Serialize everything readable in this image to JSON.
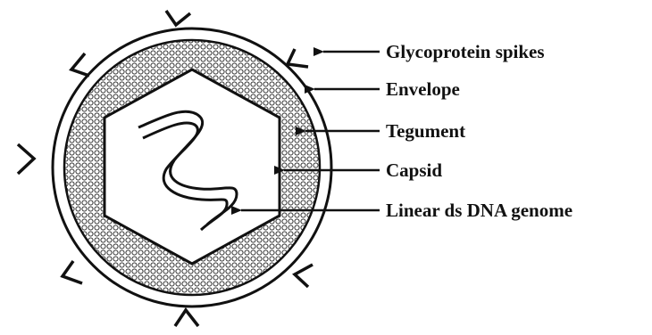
{
  "labels": {
    "spikes": "Glycoprotein spikes",
    "envelope": "Envelope",
    "tegument": "Tegument",
    "capsid": "Capsid",
    "genome": "Linear ds DNA genome"
  },
  "colors": {
    "ink": "#111111",
    "background": "#ffffff",
    "tegument_fill": "#ffffff"
  }
}
